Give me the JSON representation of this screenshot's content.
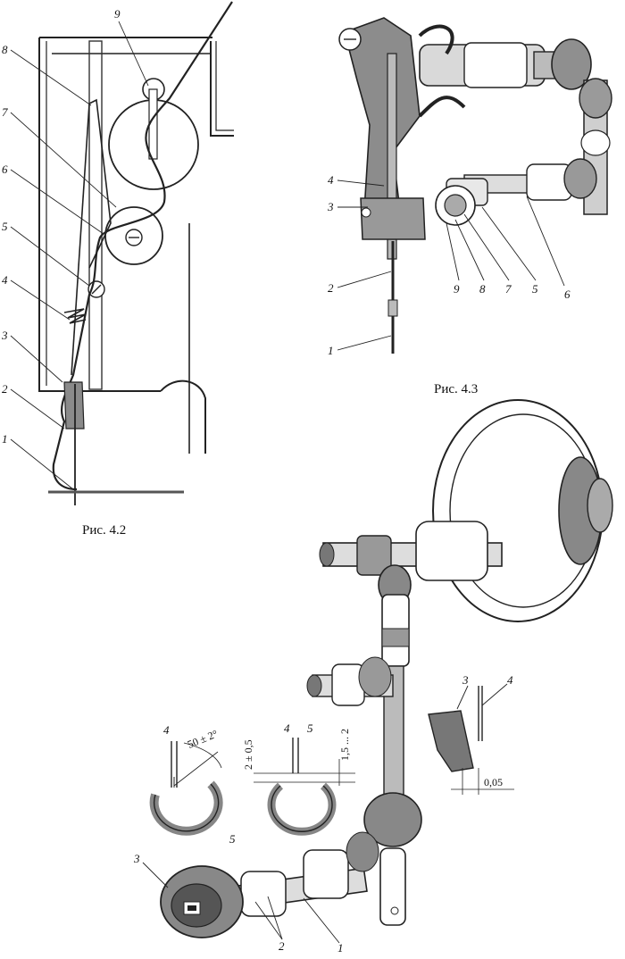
{
  "figures": {
    "fig42": {
      "caption": "Рис. 4.2",
      "labels": [
        "1",
        "2",
        "3",
        "4",
        "5",
        "6",
        "7",
        "8",
        "9"
      ]
    },
    "fig43": {
      "caption": "Рис. 4.3",
      "labels": [
        "1",
        "2",
        "3",
        "4",
        "5",
        "6",
        "7",
        "8",
        "9"
      ]
    },
    "fig44": {
      "labels": [
        "1",
        "2",
        "3",
        "4",
        "5"
      ],
      "detail_labels": [
        "3",
        "4",
        "4",
        "5"
      ],
      "dimensions": {
        "angle": "50 ± 2°",
        "gap_a": "2 ± 0,5",
        "gap_b": "1,5 ... 2",
        "clearance": "0,05"
      }
    }
  }
}
